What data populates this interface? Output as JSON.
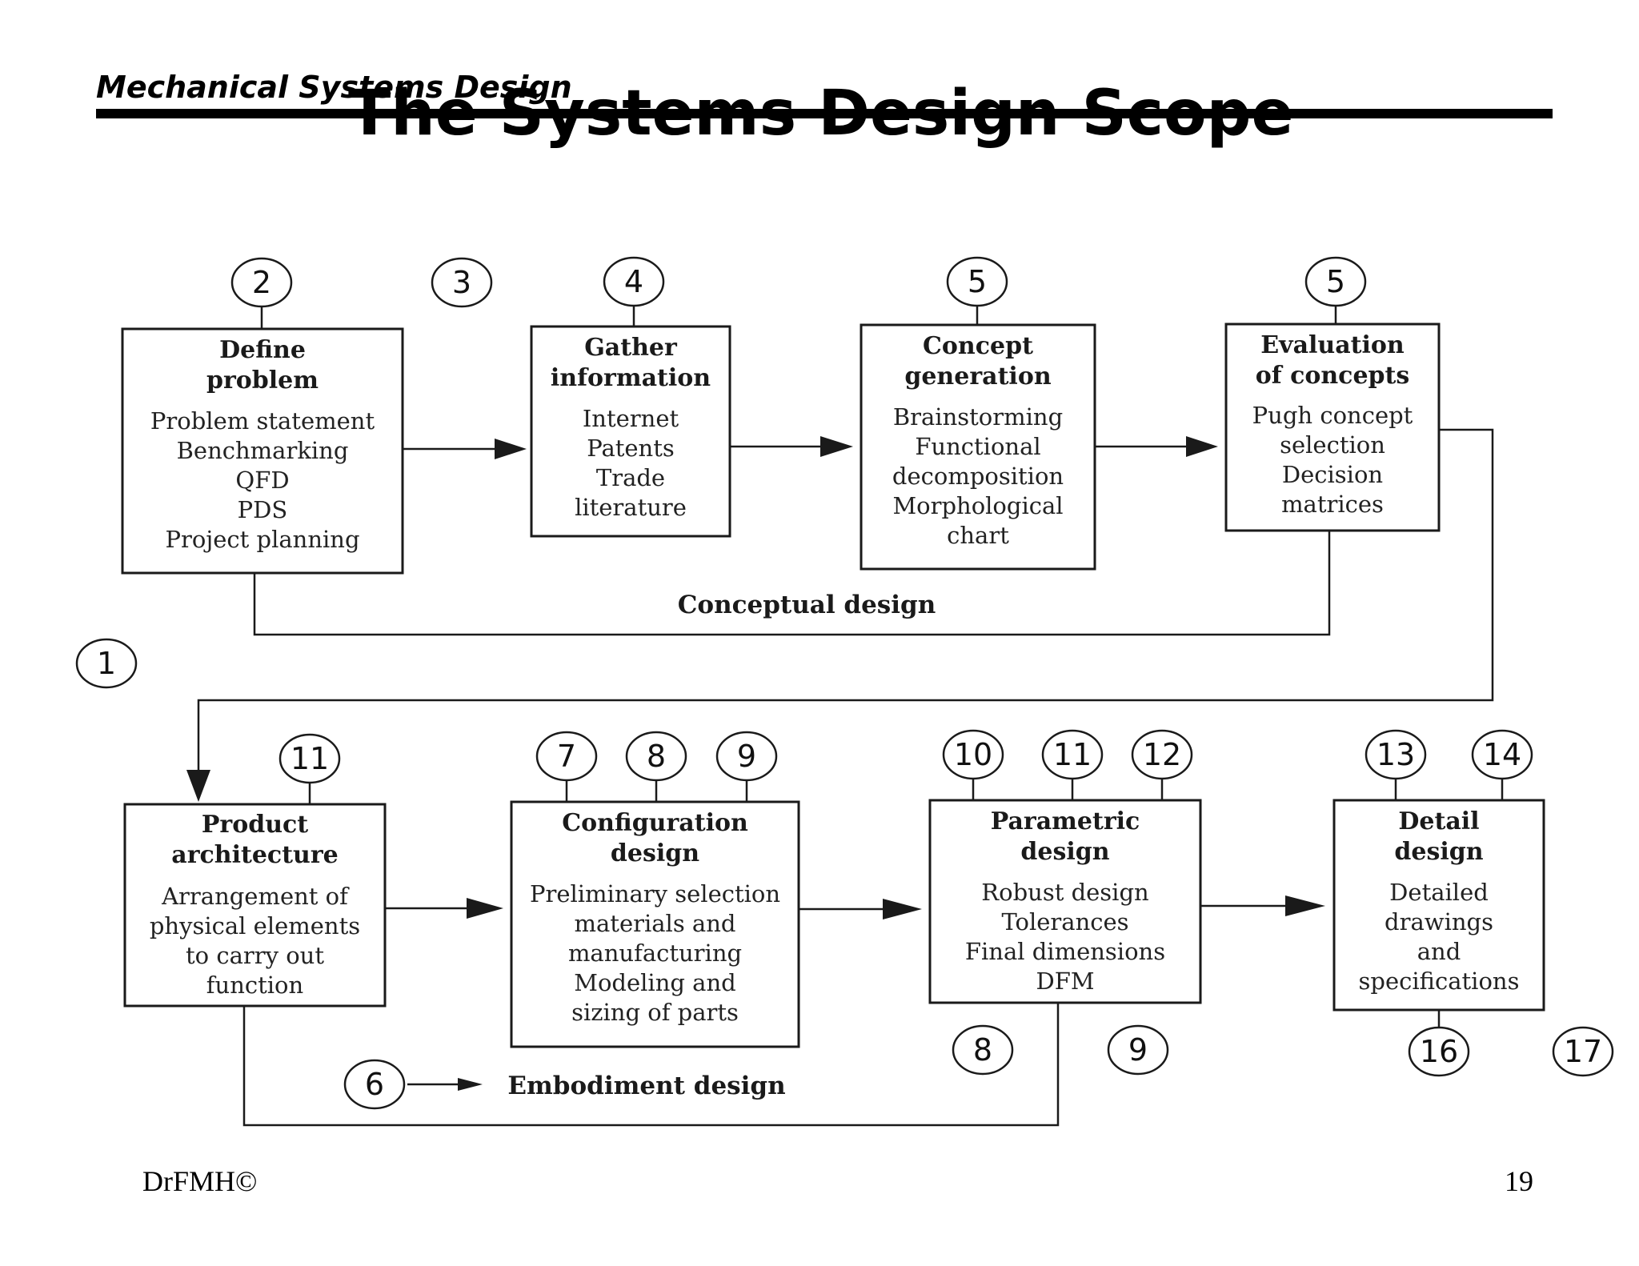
{
  "header": {
    "title": "Mechanical Systems Design",
    "ghost_title": "The Systems Design Scope"
  },
  "footer": {
    "author": "DrFMH©",
    "page_number": "19"
  },
  "steps": {
    "define_problem": {
      "title": [
        "Define",
        "problem"
      ],
      "items": [
        "Problem statement",
        "Benchmarking",
        "QFD",
        "PDS",
        "Project planning"
      ]
    },
    "gather_information": {
      "title": [
        "Gather",
        "information"
      ],
      "items": [
        "Internet",
        "Patents",
        "Trade",
        "literature"
      ]
    },
    "concept_generation": {
      "title": [
        "Concept",
        "generation"
      ],
      "items": [
        "Brainstorming",
        "Functional",
        "decomposition",
        "Morphological",
        "chart"
      ]
    },
    "evaluation_of_concepts": {
      "title": [
        "Evaluation",
        "of concepts"
      ],
      "items": [
        "Pugh concept",
        "selection",
        "Decision",
        "matrices"
      ]
    },
    "product_architecture": {
      "title": [
        "Product",
        "architecture"
      ],
      "items": [
        "Arrangement of",
        "physical elements",
        "to carry out",
        "function"
      ]
    },
    "configuration_design": {
      "title": [
        "Configuration",
        "design"
      ],
      "items": [
        "Preliminary selection",
        "materials and",
        "manufacturing",
        "Modeling and",
        "sizing of parts"
      ]
    },
    "parametric_design": {
      "title": [
        "Parametric",
        "design"
      ],
      "items": [
        "Robust design",
        "Tolerances",
        "Final dimensions",
        "DFM"
      ]
    },
    "detail_design": {
      "title": [
        "Detail",
        "design"
      ],
      "items": [
        "Detailed",
        "drawings",
        "and",
        "specifications"
      ]
    }
  },
  "phases": {
    "conceptual": "Conceptual design",
    "embodiment": "Embodiment design"
  },
  "markers": {
    "define_problem": "2",
    "between_define_gather": "3",
    "gather_information": "4",
    "concept_generation": "5",
    "evaluation_of_concepts": "5",
    "overall": "1",
    "product_architecture": "11",
    "configuration_a": "7",
    "configuration_b": "8",
    "configuration_c": "9",
    "parametric_a": "10",
    "parametric_b": "11",
    "parametric_c": "12",
    "detail_a": "13",
    "detail_b": "14",
    "embodiment": "6",
    "parametric_below_a": "8",
    "parametric_below_b": "9",
    "detail_below_a": "16",
    "detail_below_b": "17"
  }
}
